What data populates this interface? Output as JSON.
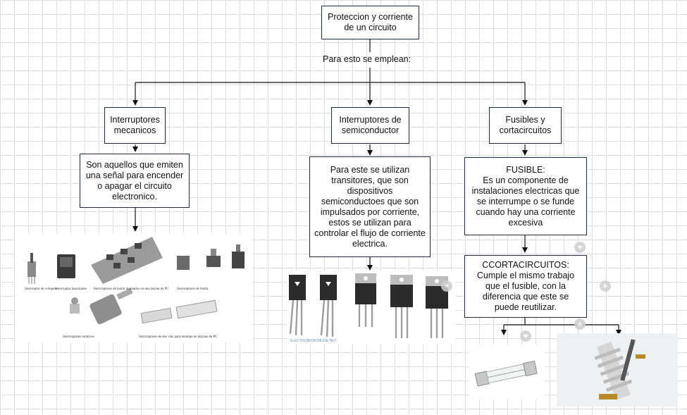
{
  "root": {
    "text": "Proteccion y corriente\nde un circuito"
  },
  "connector_label": "Para esto se emplean:",
  "categories": [
    {
      "title": "Interruptores\nmecanicos",
      "description": "Son aquellos que emiten\nuna señal para encender\no apagar el circuito\nelectronico."
    },
    {
      "title": "Interruptores de\nsemiconductor",
      "description": "Para este se utilizan\ntransitores, que son\ndispositivos\nsemiconductoes que son\nimpulsados por corriente,\nestos se utilizan para\ncontrolar el flujo de corriente\nelectrica."
    },
    {
      "title": "Fusibles y\ncortacircuitos",
      "description": "FUSIBLE:\nEs un componente de\ninstalaciones electricas que\nse interrumpe o se funde\ncuando hay una corriente\nexcesiva",
      "sub_description": "CCORTACIRCUITOS:\nCumple el mismo trabajo\nque el fusible, con la\ndiferencia que este se\npuede reutilizar."
    }
  ],
  "mechanical_image_captions": [
    "Interruptor de volquete",
    "Interruptor basculante",
    "Interruptores de botón montados en una tarjeta de PC",
    "Interruptores de botón",
    "Interruptores rotativos",
    "Interruptores de dos vías para montaje en tarjetas de PC"
  ],
  "semiconductor_image_watermark": "ELECTRONICAONLINE.NET",
  "colors": {
    "box_border": "#1f2a44",
    "connector": "#111111",
    "grid": "#dcdcdc",
    "control_button": "#cfcfcf"
  },
  "icons": [
    "play-circle-icon",
    "play-down-circle-icon",
    "play-up-circle-icon"
  ]
}
